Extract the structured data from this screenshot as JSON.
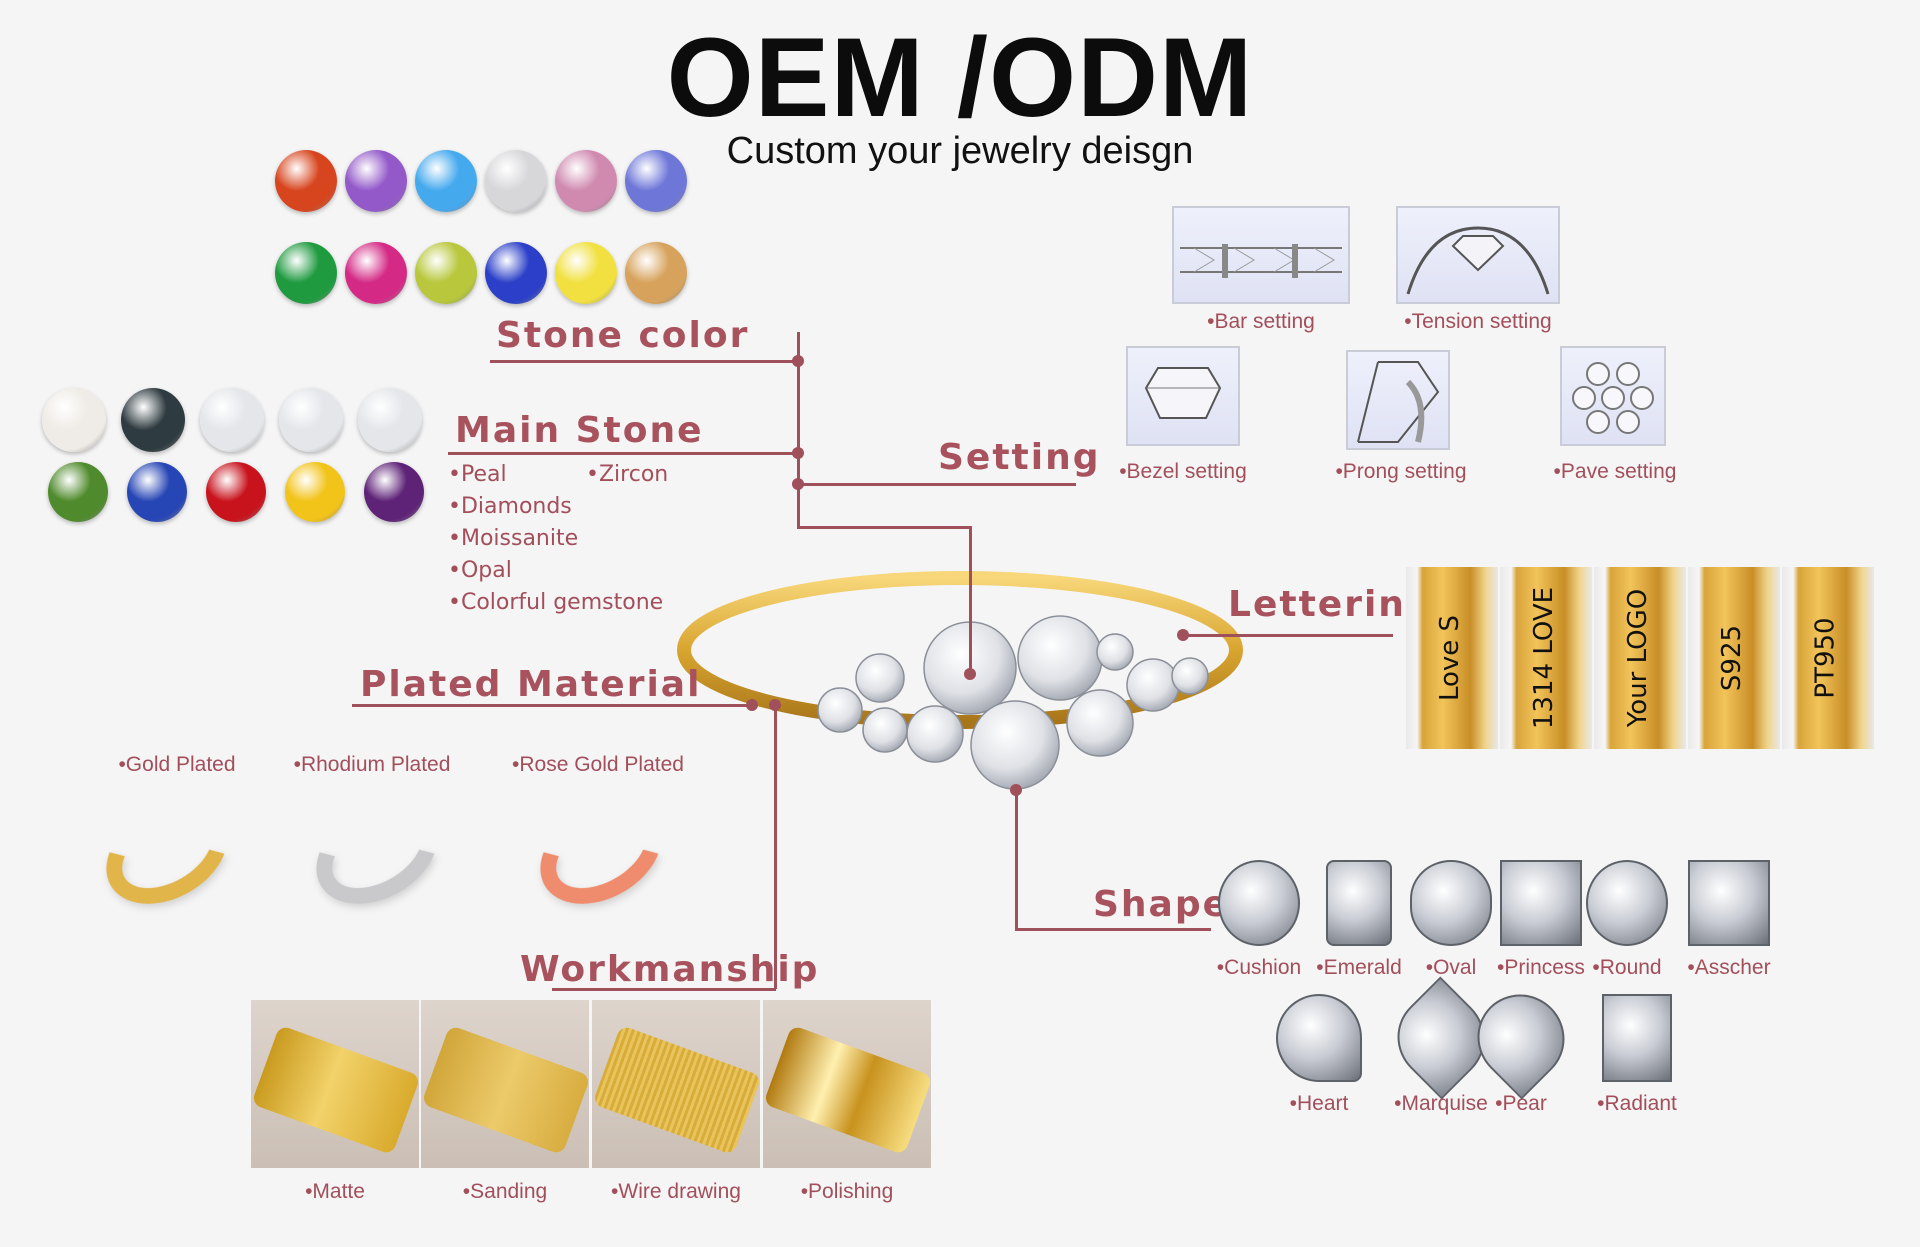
{
  "header": {
    "title": "OEM /ODM",
    "subtitle": "Custom your jewelry deisgn"
  },
  "stone_color": {
    "heading": "Stone color",
    "swatches_row1": [
      "#d7451e",
      "#9359c9",
      "#45a9ee",
      "#d7d7da",
      "#d08ab0",
      "#6e77d8"
    ],
    "swatches_row2": [
      "#1f9a3f",
      "#d42a86",
      "#b8c73b",
      "#2b3fc8",
      "#f1e03f",
      "#d7a25c"
    ]
  },
  "main_stone": {
    "heading": "Main Stone",
    "items": [
      "•Peal",
      "•Zircon",
      "•Diamonds",
      "•Moissanite",
      "•Opal",
      "•Colorful gemstone"
    ],
    "swatches_row1": [
      "#efebe6",
      "#2e3b40",
      "#e4e6ea",
      "#e4e6ea",
      "#e4e6ea"
    ],
    "swatches_row2": [
      "#4f8a2c",
      "#2746b5",
      "#c8131d",
      "#f2c318",
      "#5e2277"
    ]
  },
  "setting": {
    "heading": "Setting",
    "items": [
      "•Bar setting",
      "•Tension setting",
      "•Bezel setting",
      "•Prong setting",
      "•Pave setting"
    ]
  },
  "lettering": {
    "heading": "Lettering",
    "samples": [
      "Love S",
      "1314 LOVE",
      "Your LOGO",
      "S925",
      "PT950"
    ]
  },
  "plated": {
    "heading": "Plated Material",
    "items": [
      "•Gold Plated",
      "•Rhodium Plated",
      "•Rose Gold Plated"
    ],
    "colors": [
      "#e2b54a",
      "#c9c9cc",
      "#f08c6e"
    ]
  },
  "shape": {
    "heading": "Shape",
    "row1": [
      "•Cushion",
      "•Emerald",
      "•Oval",
      "•Princess",
      "•Round",
      "•Asscher"
    ],
    "row2": [
      "•Heart",
      "•Marquise",
      "•Pear",
      "•Radiant"
    ]
  },
  "workmanship": {
    "heading": "Workmanship",
    "items": [
      "•Matte",
      "•Sanding",
      "•Wire drawing",
      "•Polishing"
    ]
  }
}
